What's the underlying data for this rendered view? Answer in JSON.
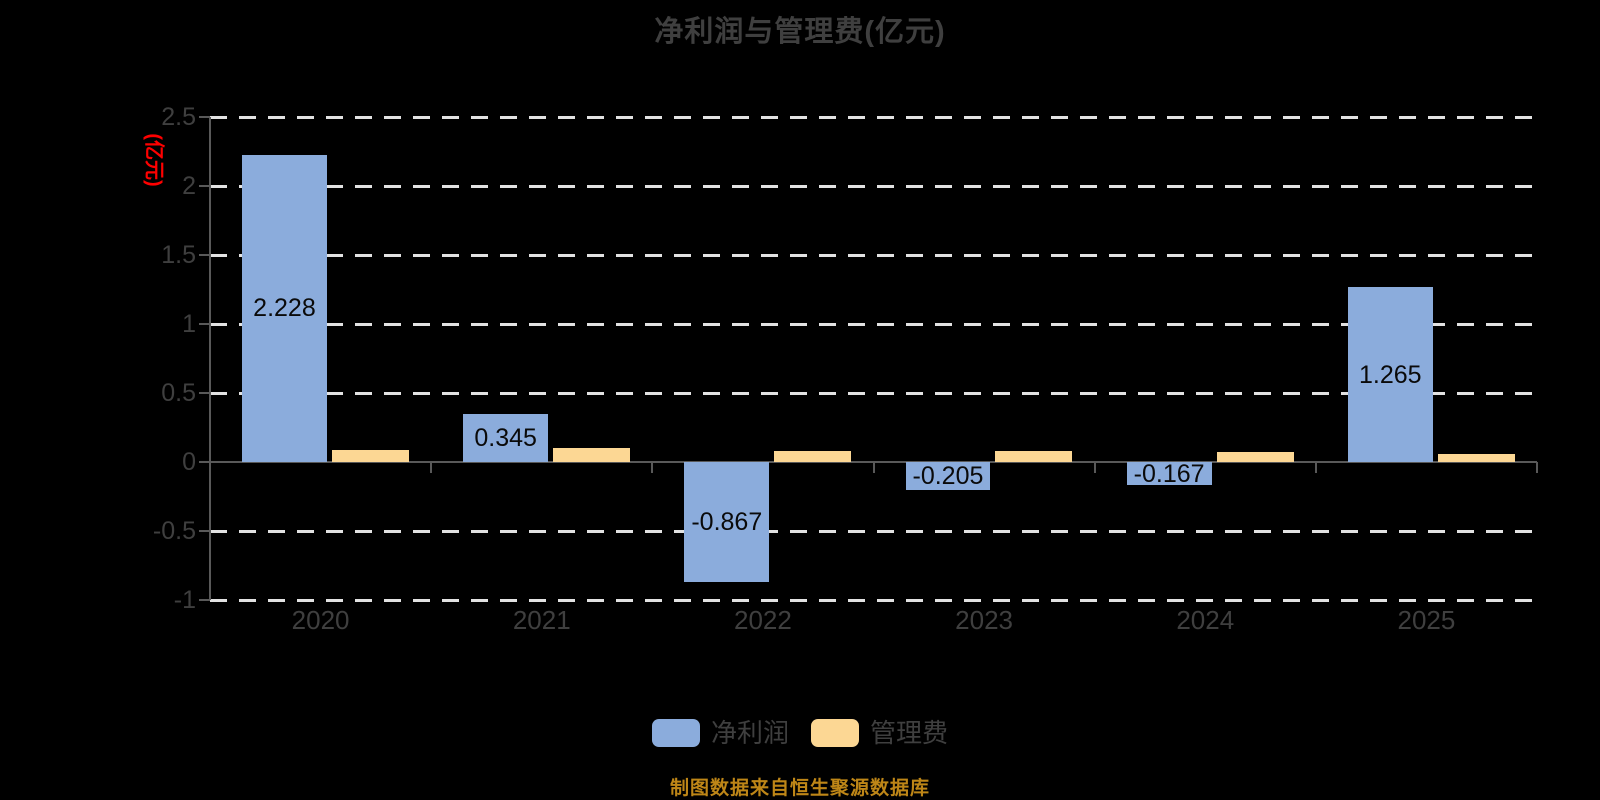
{
  "title": "净利润与管理费(亿元)",
  "y_axis_unit_label": "(亿元)",
  "footer": "制图数据来自恒生聚源数据库",
  "legend": [
    {
      "label": "净利润",
      "color": "#8BACDC"
    },
    {
      "label": "管理费",
      "color": "#FCD794"
    }
  ],
  "chart_data": {
    "type": "bar",
    "title": "净利润与管理费(亿元)",
    "ylabel": "(亿元)",
    "categories": [
      "2020",
      "2021",
      "2022",
      "2023",
      "2024",
      "2025"
    ],
    "series": [
      {
        "name": "净利润",
        "color": "#8BACDC",
        "values": [
          2.228,
          0.345,
          -0.867,
          -0.205,
          -0.167,
          1.265
        ],
        "labels": [
          "2.228",
          "0.345",
          "-0.867",
          "-0.205",
          "-0.167",
          "1.265"
        ]
      },
      {
        "name": "管理费",
        "color": "#FCD794",
        "values": [
          0.09,
          0.1,
          0.08,
          0.08,
          0.07,
          0.06
        ],
        "labels": []
      }
    ],
    "ylim": [
      -1.0,
      2.5
    ],
    "ytick_step": 0.5,
    "yticks": [
      2.5,
      2,
      1.5,
      1,
      0.5,
      0,
      -0.5,
      -1
    ],
    "ytick_labels": [
      "2.5",
      "2",
      "1.5",
      "1",
      "0.5",
      "0",
      "-0.5",
      "-1"
    ],
    "grid": "horizontal-dashed",
    "legend_position": "bottom"
  },
  "colors": {
    "background": "#000000",
    "axis": "#595959",
    "tick_label": "#3F3F3F",
    "gridline": "#E2E2E2",
    "title": "#3F3F3F",
    "unit_label": "#FF0000",
    "data_label": "#0A0A0A",
    "footer": "#BE8617"
  }
}
